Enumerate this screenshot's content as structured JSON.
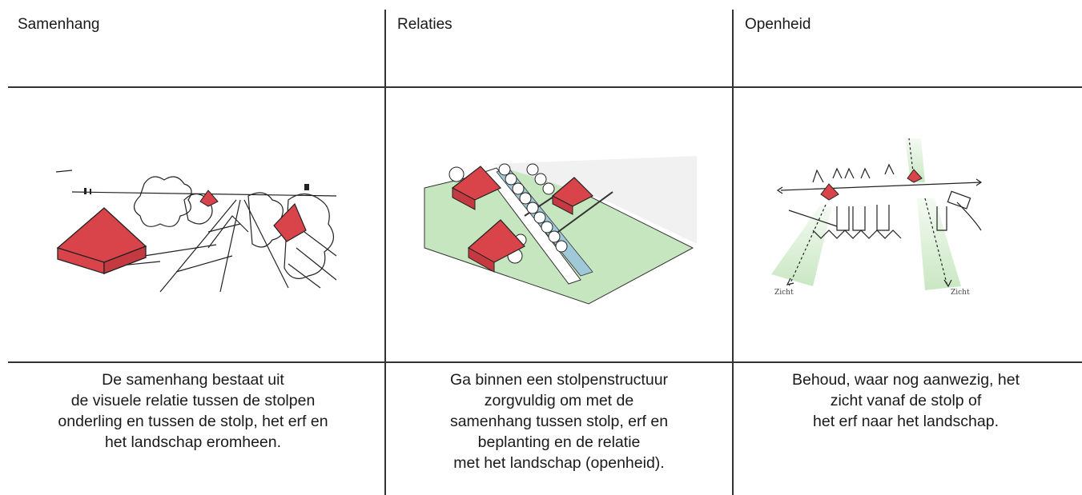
{
  "columns": [
    {
      "heading": "Samenhang",
      "illustration": "perspective-sketch-stolp-farms-along-road",
      "caption": "De samenhang bestaat uit\nde visuele relatie tussen de stolpen\nonderling en tussen de stolp, het erf en\nhet landschap eromheen."
    },
    {
      "heading": "Relaties",
      "illustration": "aerial-sketch-stolpen-with-tree-row-and-canal",
      "caption": "Ga binnen een stolpenstructuur\nzorgvuldig om met de\nsamenhang tussen stolp, erf en\nbeplanting en de relatie\nmet het landschap (openheid)."
    },
    {
      "heading": "Openheid",
      "illustration": "sketch-view-lines-from-stolp-to-landscape",
      "sketch_labels": [
        "Zicht",
        "Zicht"
      ],
      "caption": "Behoud, waar nog aanwezig, het\nzicht vanaf de stolp of\nhet erf naar het landschap."
    }
  ],
  "colors": {
    "roof_red": "#d9434a",
    "field_green": "#c6e6bf",
    "grid_line": "#333333"
  }
}
